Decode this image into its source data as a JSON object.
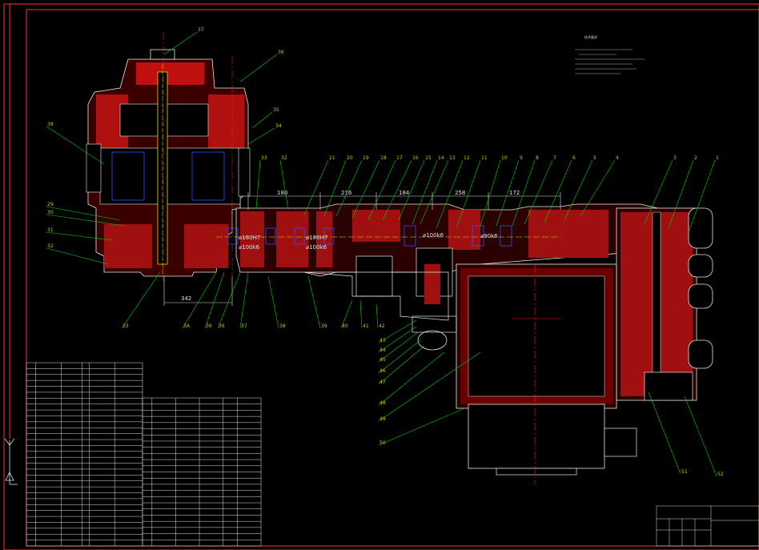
{
  "colors": {
    "background": "#000000",
    "frame": "#ff3030",
    "leader": "#00d000",
    "part_outline": "#e8e8e8",
    "hatch": "#ff2020",
    "dimension": "#e0e0e0",
    "center_line": "#ff2020",
    "table_line": "#e0e0e0",
    "label_text": "#c8c800",
    "shaft_highlight": "#e0e000",
    "bearing": "#3050ff"
  },
  "drawing": {
    "dimensions": {
      "d180": "180",
      "d216": "216",
      "d184": "184",
      "d258": "258",
      "d172": "172",
      "d342": "342"
    },
    "fits": {
      "f1": "⌀180H7",
      "f2": "⌀180H7",
      "f3": "⌀100k6",
      "f4": "⌀100k6",
      "f5": "⌀100k6",
      "f6": "⌀90k6"
    },
    "part_labels_top": [
      "37",
      "36",
      "35",
      "34",
      "33",
      "32",
      "21",
      "20",
      "19",
      "18",
      "17",
      "16",
      "15",
      "14",
      "13",
      "12",
      "11",
      "10",
      "9",
      "8",
      "7",
      "6",
      "5",
      "4",
      "3",
      "2",
      "1"
    ],
    "part_labels_left": [
      "38",
      "29",
      "30",
      "31",
      "32"
    ],
    "part_labels_bottom": [
      "33",
      "3A",
      "36",
      "36",
      "37",
      "38",
      "39",
      "40",
      "41",
      "42"
    ],
    "part_labels_lower": [
      "43",
      "44",
      "45",
      "46",
      "47",
      "48",
      "49",
      "50",
      "51",
      "52"
    ],
    "notes_title": "技术要求"
  },
  "icons": {
    "ucs": "ucs-axis-icon"
  }
}
